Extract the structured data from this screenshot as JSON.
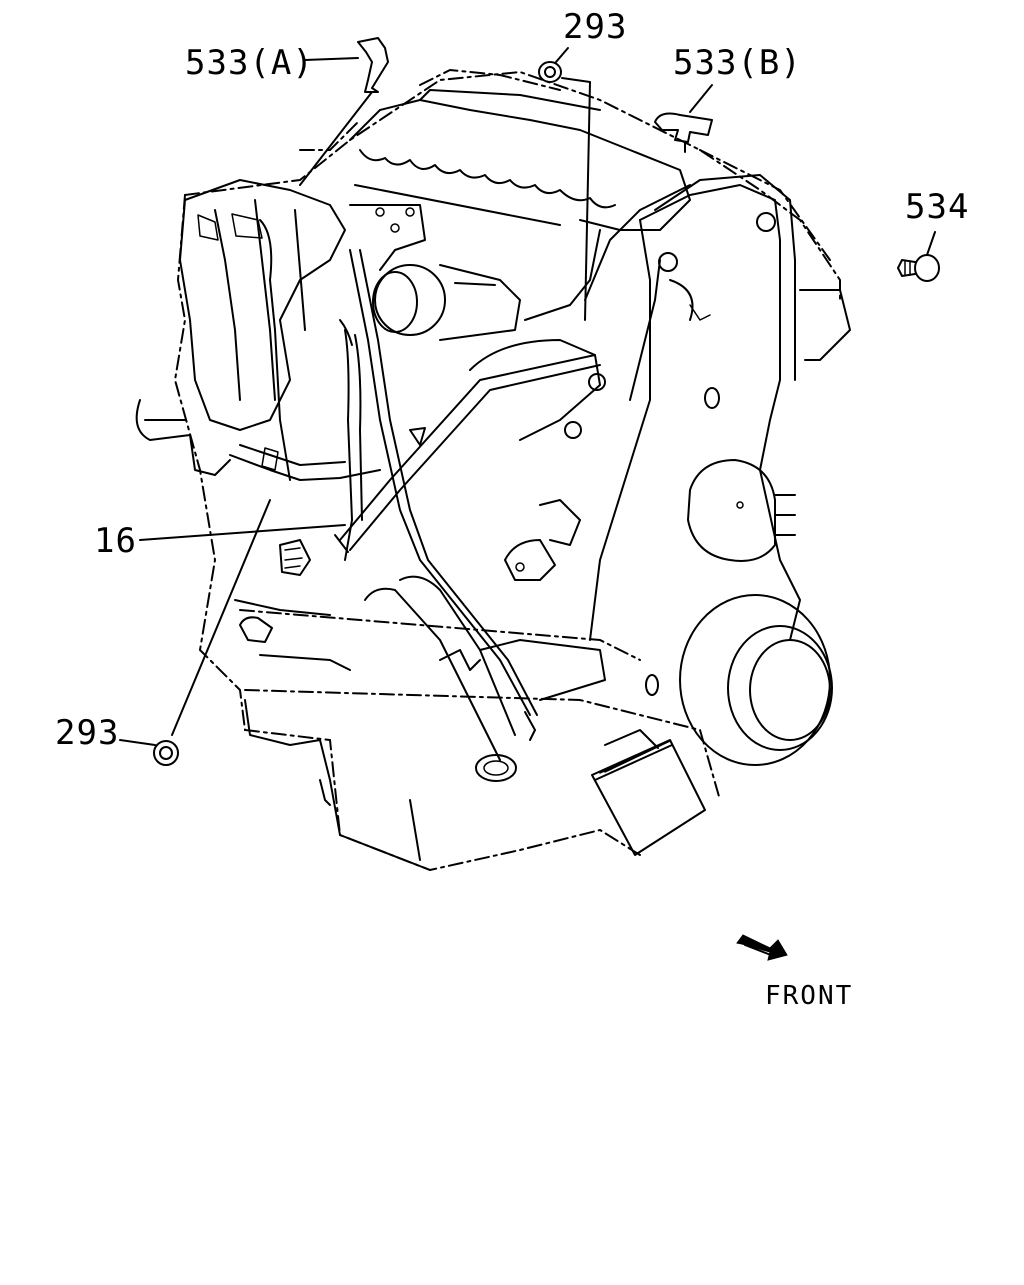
{
  "callouts": {
    "part_533a": "533(A)",
    "part_293_top": "293",
    "part_533b": "533(B)",
    "part_534": "534",
    "part_16": "16",
    "part_293_bottom": "293"
  },
  "direction": {
    "front_label": "FRONT"
  },
  "colors": {
    "line": "#000000",
    "background": "#ffffff"
  }
}
